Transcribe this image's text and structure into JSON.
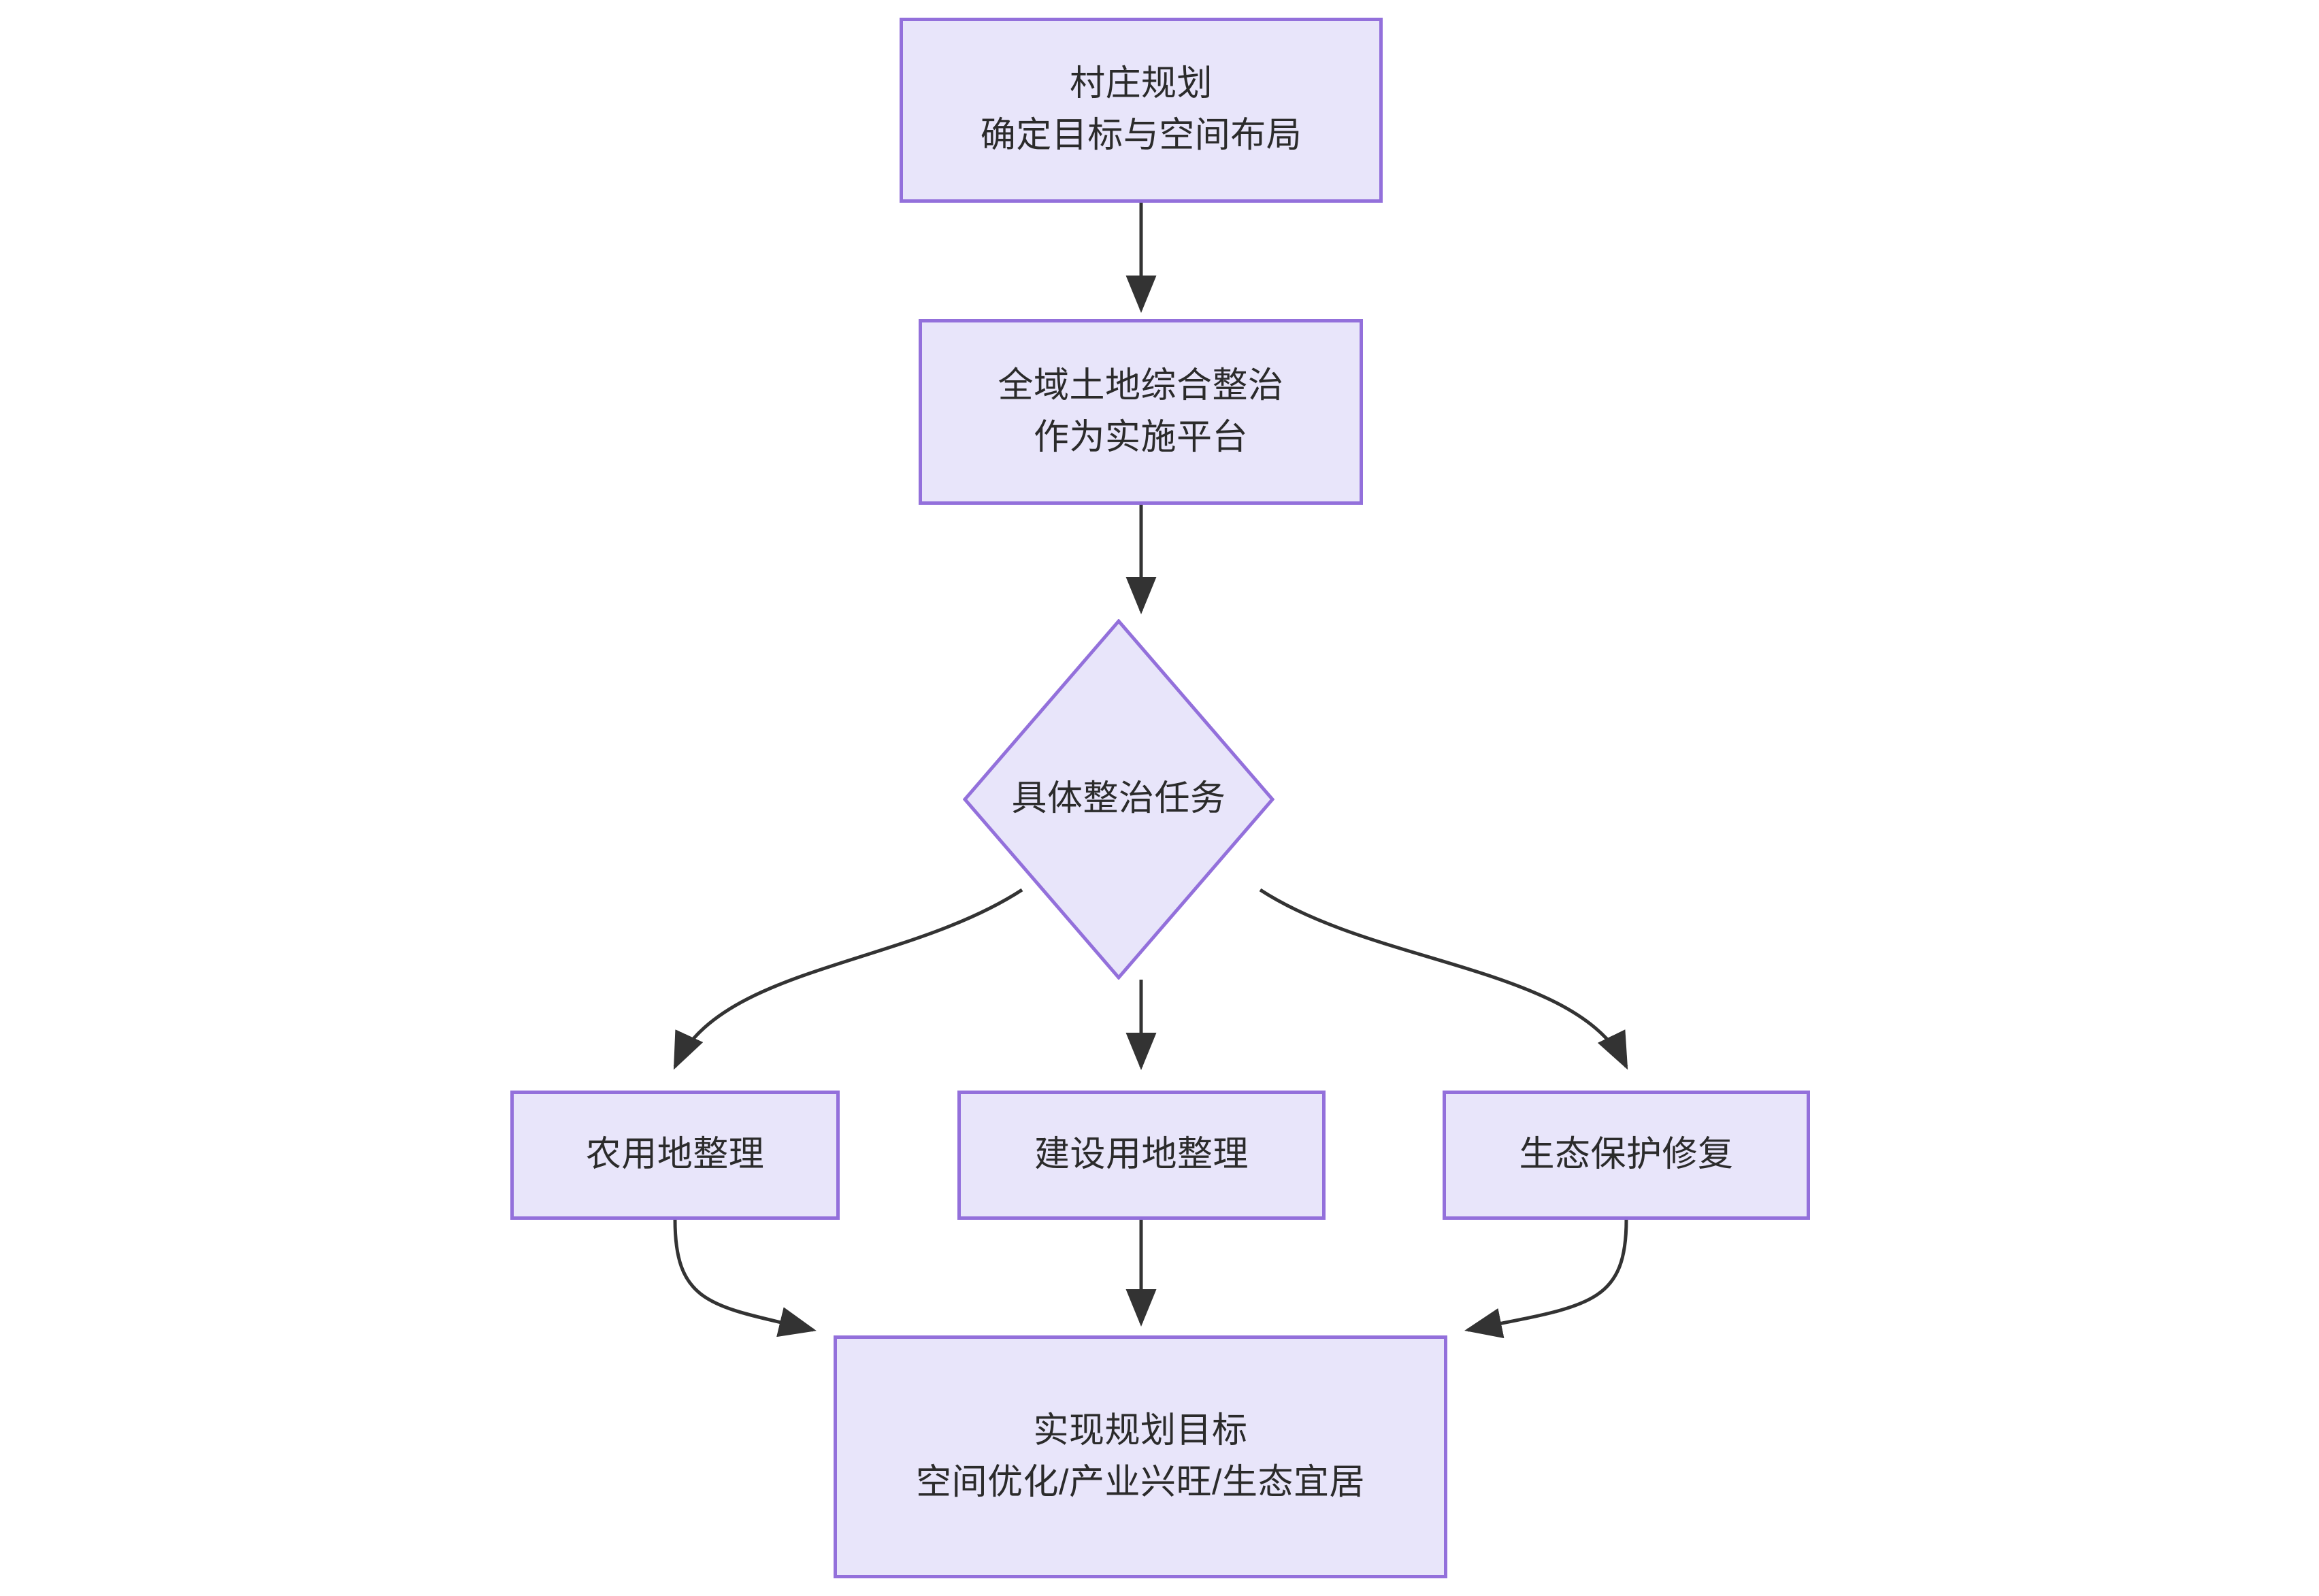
{
  "diagram": {
    "type": "flowchart",
    "direction": "top-to-bottom",
    "background_color": "#ffffff",
    "node_fill_color": "#e8e5fa",
    "node_border_color": "#9370db",
    "edge_color": "#333333",
    "text_color": "#2b2b2b",
    "nodes": [
      {
        "id": "village-plan",
        "shape": "rectangle",
        "label": "村庄规划\n确定目标与空间布局"
      },
      {
        "id": "land-platform",
        "shape": "rectangle",
        "label": "全域土地综合整治\n作为实施平台"
      },
      {
        "id": "tasks",
        "shape": "diamond",
        "label": "具体整治任务"
      },
      {
        "id": "farmland",
        "shape": "rectangle",
        "label": "农用地整理"
      },
      {
        "id": "construct",
        "shape": "rectangle",
        "label": "建设用地整理"
      },
      {
        "id": "ecology",
        "shape": "rectangle",
        "label": "生态保护修复"
      },
      {
        "id": "goal",
        "shape": "rectangle",
        "label": "实现规划目标\n空间优化/产业兴旺/生态宜居"
      }
    ],
    "edges": [
      {
        "from": "village-plan",
        "to": "land-platform",
        "style": "straight-arrow"
      },
      {
        "from": "land-platform",
        "to": "tasks",
        "style": "straight-arrow"
      },
      {
        "from": "tasks",
        "to": "farmland",
        "style": "curved-arrow"
      },
      {
        "from": "tasks",
        "to": "construct",
        "style": "straight-arrow"
      },
      {
        "from": "tasks",
        "to": "ecology",
        "style": "curved-arrow"
      },
      {
        "from": "farmland",
        "to": "goal",
        "style": "curved-arrow"
      },
      {
        "from": "construct",
        "to": "goal",
        "style": "straight-arrow"
      },
      {
        "from": "ecology",
        "to": "goal",
        "style": "curved-arrow"
      }
    ]
  }
}
